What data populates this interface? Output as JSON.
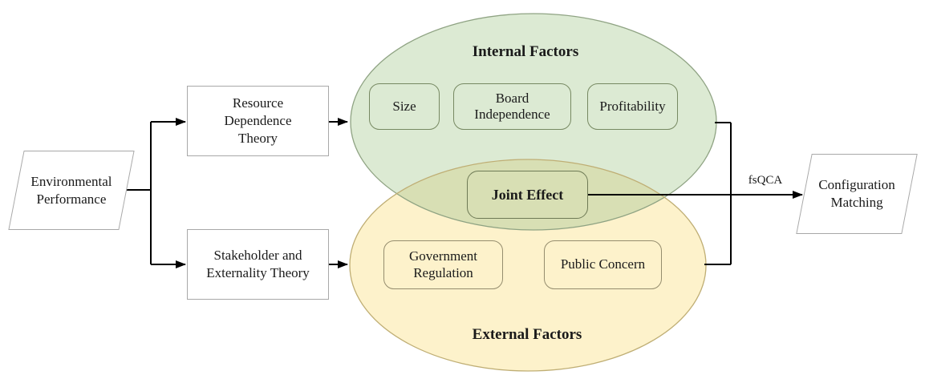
{
  "diagram": {
    "nodes": {
      "environmental_performance": "Environmental Performance",
      "resource_dependence_theory": "Resource Dependence Theory",
      "stakeholder_externality_theory": "Stakeholder and Externality Theory",
      "joint_effect": "Joint Effect",
      "configuration_matching": "Configuration Matching"
    },
    "internal_factors": {
      "title": "Internal Factors",
      "factors": [
        "Size",
        "Board Independence",
        "Profitability"
      ]
    },
    "external_factors": {
      "title": "External Factors",
      "factors": [
        "Government Regulation",
        "Public Concern"
      ]
    },
    "edge_labels": {
      "method": "fsQCA"
    },
    "colors": {
      "internal_fill": "#dcead3",
      "internal_stroke": "#8fa383",
      "external_fill": "#fdf2cb",
      "external_stroke": "#bfae74",
      "overlap_fill": "#d8dfb4",
      "connector": "#000000"
    }
  }
}
